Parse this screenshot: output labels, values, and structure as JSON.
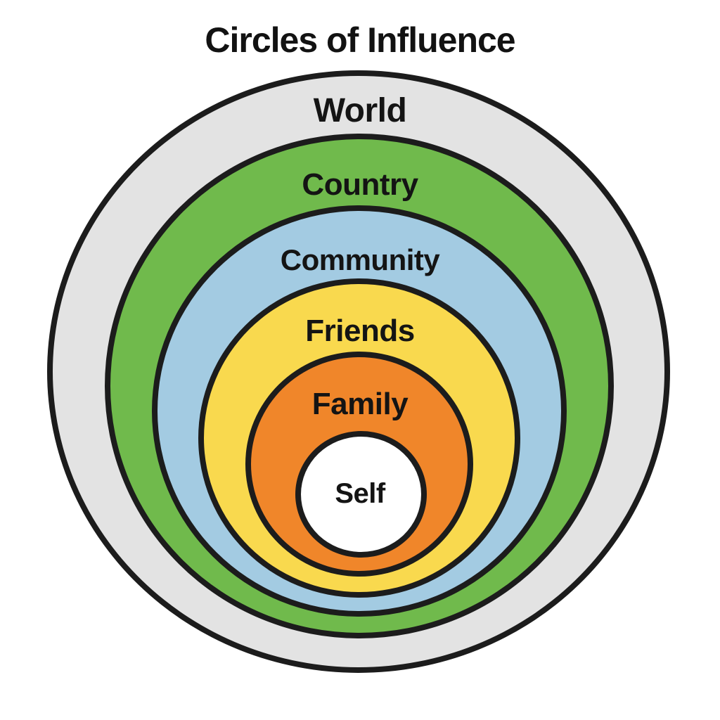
{
  "title": "Circles of Influence",
  "diagram": {
    "type": "nested-circles",
    "background": "#ffffff",
    "stroke_color": "#1c1c1c",
    "text_color": "#141414",
    "rings": [
      {
        "label": "World",
        "color": "#e3e3e3"
      },
      {
        "label": "Country",
        "color": "#70ba4c"
      },
      {
        "label": "Community",
        "color": "#a3cbe2"
      },
      {
        "label": "Friends",
        "color": "#f9d94e"
      },
      {
        "label": "Family",
        "color": "#f0862a"
      },
      {
        "label": "Self",
        "color": "#ffffff"
      }
    ]
  }
}
